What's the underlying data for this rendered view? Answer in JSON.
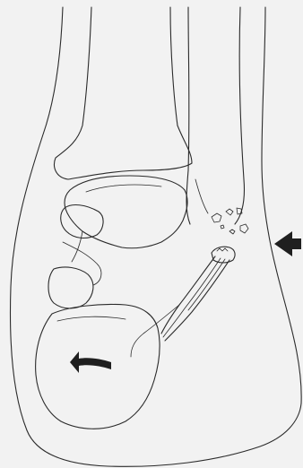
{
  "figure": {
    "background": "#f2f2f2",
    "line_color": "#2b2b2b",
    "marker_color": "#1f1f1f",
    "markers": [
      {
        "name": "lateral-pointer-arrow",
        "direction": "left"
      },
      {
        "name": "rotation-arrow",
        "direction": "left"
      }
    ]
  }
}
